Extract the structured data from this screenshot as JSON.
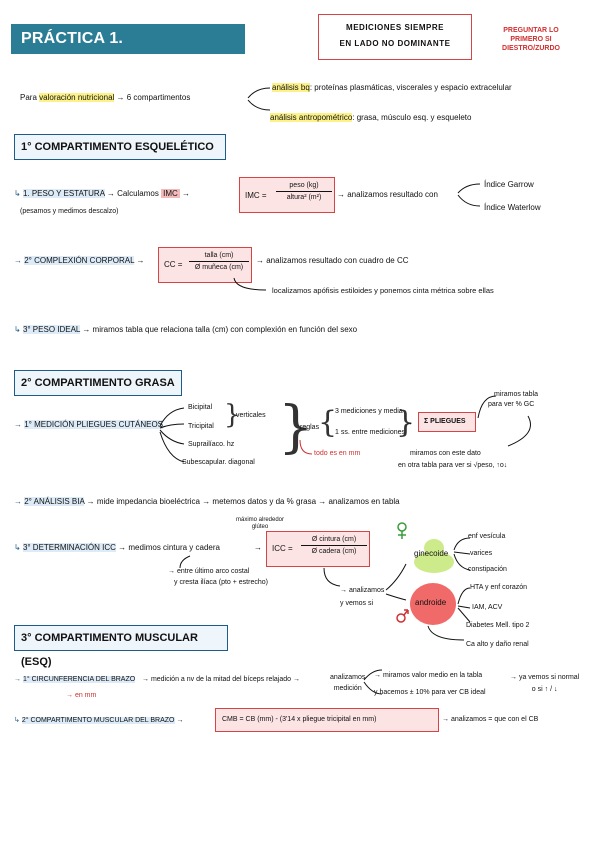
{
  "header": {
    "title": "PRÁCTICA 1. ANTROPOMETRÍA",
    "mediciones_box": [
      "MEDICIONES SIEMPRE",
      "EN LADO NO DOMINANTE"
    ],
    "preguntar": [
      "PREGUNTAR LO",
      "PRIMERO SI",
      "DIESTRO/ZURDO"
    ]
  },
  "intro": {
    "prefix": "Para",
    "valoracion": "valoración nutricional",
    "compartimentos": "→ 6 compartimentos",
    "analisis_bq": "análisis bq",
    "bq_text": ": proteínas plasmáticas, viscerales y espacio extracelular",
    "analisis_antro": "análisis antropométrico",
    "antro_text": ": grasa, músculo esq. y esqueleto"
  },
  "sec1": {
    "title": "1° COMPARTIMENTO ESQUELÉTICO",
    "peso_label": "1. PESO Y ESTATURA",
    "peso_arrow": "→ Calculamos",
    "imc": "IMC",
    "peso_note": "(pesamos y medimos descalzo)",
    "imc_formula_lhs": "IMC =",
    "imc_num": "peso (kg)",
    "imc_den": "altura² (m²)",
    "imc_after": "→ analizamos resultado con",
    "indice1": "Índice Garrow",
    "indice2": "Índice Waterlow",
    "complexion_label": "2° COMPLEXIÓN CORPORAL",
    "cc_lhs": "CC =",
    "cc_num": "talla (cm)",
    "cc_den": "Ø muñeca (cm)",
    "cc_after": "→ analizamos resultado con cuadro de CC",
    "cc_note": "localizamos apófisis estiloides y ponemos cinta métrica sobre ellas",
    "peso_ideal_label": "3° PESO IDEAL",
    "peso_ideal_text": "→ miramos tabla que relaciona talla (cm) con complexión en función del sexo"
  },
  "sec2": {
    "title": "2° COMPARTIMENTO GRASA",
    "pliegues_label": "1° MEDICIÓN PLIEGUES CUTÁNEOS",
    "pliegues_items": [
      "Bicipital",
      "Tricipital",
      "Suprailíaco. hz",
      "Subescapular. diagonal"
    ],
    "verticales": "verticales",
    "reglas": "reglas",
    "regla1": "3 mediciones y media",
    "regla2": "1 ss. entre mediciones",
    "todo_mm": "todo es en mm",
    "sum_pliegues": "Σ PLIEGUES",
    "miramos_tabla": [
      "miramos tabla",
      "para ver % GC"
    ],
    "miramos_con": [
      "miramos con este dato",
      "en otra tabla para ver si √peso, ↑o↓"
    ],
    "bia_label": "2° ANÁLISIS BIA",
    "bia_text": "→ mide impedancia bioeléctrica → metemos datos y da % grasa → analizamos en tabla",
    "icc_label": "3° DETERMINACIÓN ICC",
    "icc_text": "→ medimos cintura y cadera",
    "icc_sup": [
      "máximo alrededor",
      "glúteo"
    ],
    "icc_lhs": "ICC =",
    "icc_num": "Ø cintura (cm)",
    "icc_den": "Ø cadera (cm)",
    "cintura_note": [
      "→ entre último arco costal",
      "y cresta ilíaca (pto + estrecho)"
    ],
    "analizamos": [
      "→ analizamos",
      "y vemos si"
    ],
    "ginecoide": "ginecoide",
    "androide": "androide",
    "gin_items": [
      "enf vesícula",
      "varices",
      "constipación"
    ],
    "and_items": [
      "HTA y enf corazón",
      "IAM, ACV",
      "Diabetes Mell. tipo 2",
      "Ca alto y daño renal"
    ]
  },
  "sec3": {
    "title": "3° COMPARTIMENTO MUSCULAR (ESQ)",
    "circ_label": "1° CIRCUNFERENCIA DEL BRAZO",
    "en_mm": "→ en mm",
    "circ_text": "→ medición a nv de la mitad del bíceps relajado →",
    "analizamos_medicion": [
      "analizamos",
      "medición"
    ],
    "miramos_valor": [
      "→ miramos valor medio en la tabla",
      "y hacemos ± 10% para ver CB ideal"
    ],
    "vemos_normal": [
      "→ ya vemos si normal",
      "o si ↑ / ↓"
    ],
    "cmb_label": "2° COMPARTIMENTO MUSCULAR DEL BRAZO",
    "cmb_formula": "CMB = CB (mm) - (3'14 x pliegue tricipital en mm)",
    "cmb_after": "→ analizamos = que con el CB"
  }
}
